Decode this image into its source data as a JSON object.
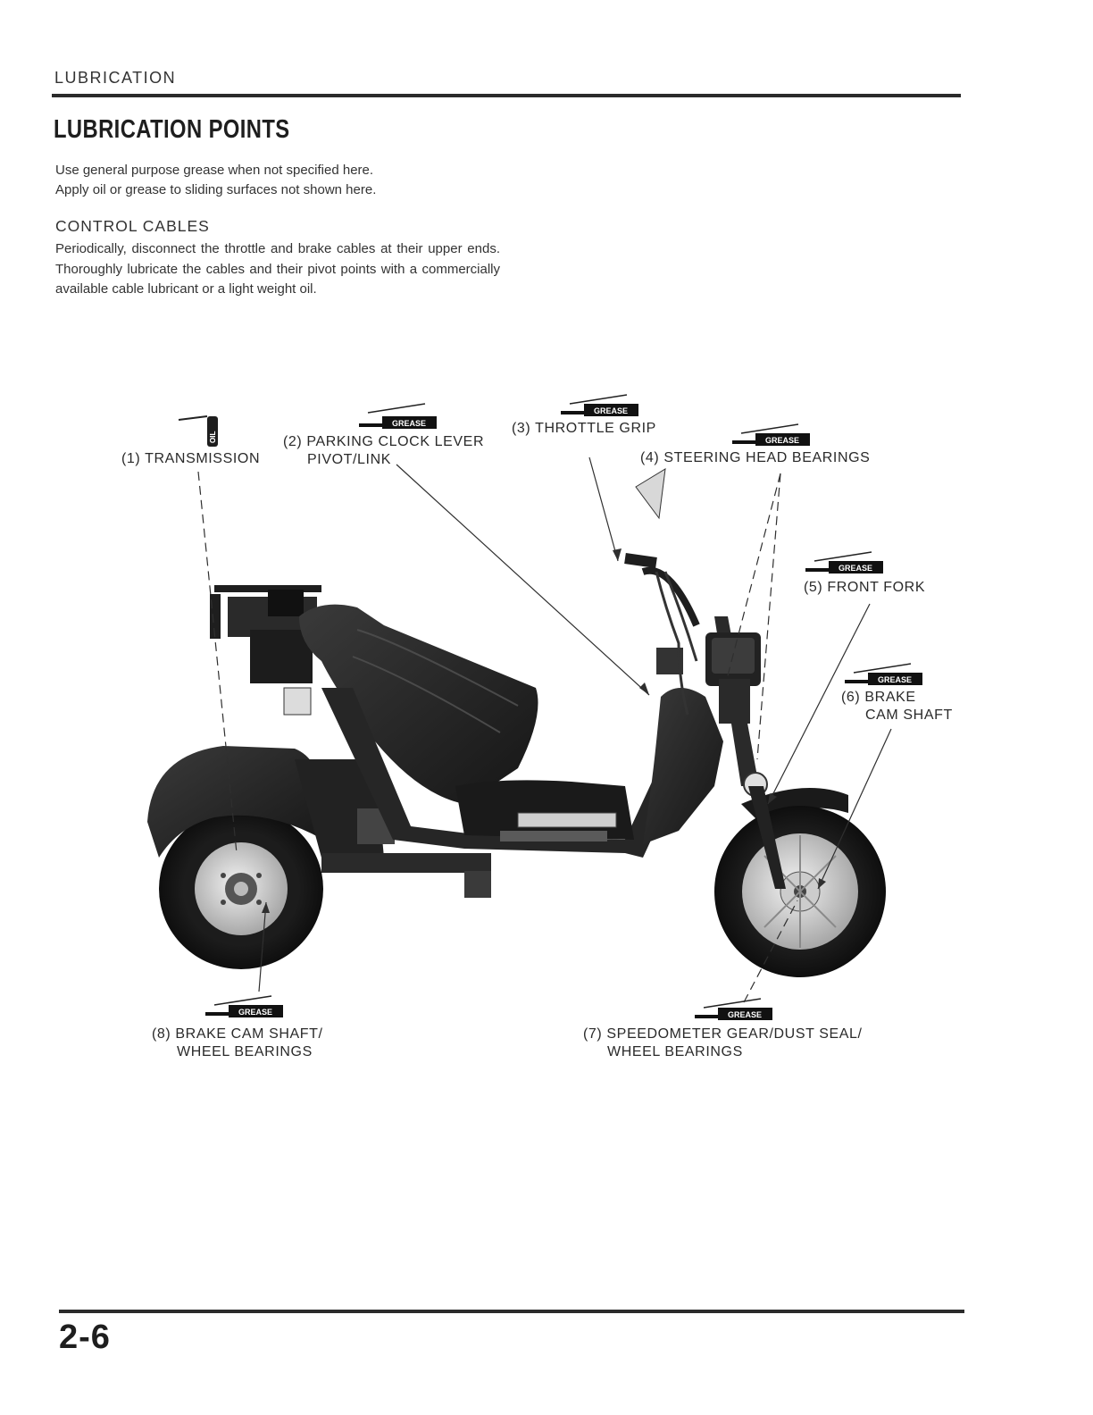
{
  "header": {
    "section": "LUBRICATION"
  },
  "title": "LUBRICATION POINTS",
  "intro": {
    "line1": "Use general purpose grease when not specified here.",
    "line2": "Apply oil or grease to sliding surfaces not shown here."
  },
  "control_cables": {
    "heading": "CONTROL CABLES",
    "text": "Periodically, disconnect the throttle and brake cables at their upper ends. Thoroughly lubricate the cables and their pivot points with a commercially available cable lubricant or a light weight oil."
  },
  "callouts": {
    "c1": {
      "line1": "(1) TRANSMISSION",
      "badge": "OIL"
    },
    "c2": {
      "line1": "(2) PARKING CLOCK LEVER",
      "line2": "PIVOT/LINK",
      "badge": "GREASE"
    },
    "c3": {
      "line1": "(3) THROTTLE GRIP",
      "badge": "GREASE"
    },
    "c4": {
      "line1": "(4) STEERING HEAD BEARINGS",
      "badge": "GREASE"
    },
    "c5": {
      "line1": "(5) FRONT FORK",
      "badge": "GREASE"
    },
    "c6": {
      "line1": "(6) BRAKE",
      "line2": "CAM SHAFT",
      "badge": "GREASE"
    },
    "c7": {
      "line1": "(7) SPEEDOMETER GEAR/DUST SEAL/",
      "line2": "WHEEL BEARINGS",
      "badge": "GREASE"
    },
    "c8": {
      "line1": "(8) BRAKE CAM SHAFT/",
      "line2": "WHEEL BEARINGS",
      "badge": "GREASE"
    }
  },
  "footer": {
    "page_number": "2-6"
  }
}
